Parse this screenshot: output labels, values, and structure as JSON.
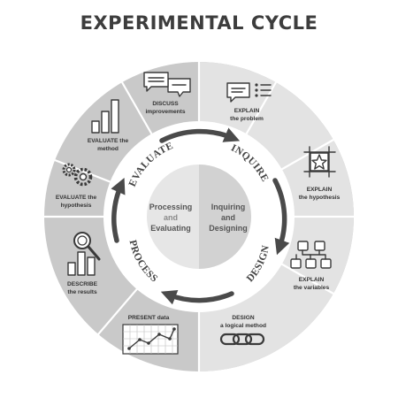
{
  "title": "EXPERIMENTAL CYCLE",
  "colors": {
    "ring_dark": "#c9c9c9",
    "ring_light": "#e3e3e3",
    "divider": "#ffffff",
    "arrow": "#4a4a4a",
    "center_left": "#e6e6e6",
    "center_right": "#d2d2d2",
    "text": "#333333"
  },
  "segments": [
    {
      "id": "discuss",
      "line1": "DISCUSS",
      "line2": "improvements",
      "icon": "speech-bubbles-icon"
    },
    {
      "id": "explain-problem",
      "line1": "EXPLAIN",
      "line2": "the problem",
      "icon": "message-list-icon"
    },
    {
      "id": "explain-hypothesis",
      "line1": "EXPLAIN",
      "line2": "the hypothesis",
      "icon": "star-grid-icon"
    },
    {
      "id": "explain-variables",
      "line1": "EXPLAIN",
      "line2": "the variables",
      "icon": "hierarchy-icon"
    },
    {
      "id": "design-method",
      "line1": "DESIGN",
      "line2": "a logical method",
      "icon": "chain-icon"
    },
    {
      "id": "present-data",
      "line1": "PRESENT data",
      "line2": "",
      "icon": "line-chart-icon"
    },
    {
      "id": "describe-results",
      "line1": "DESCRIBE",
      "line2": "the results",
      "icon": "magnifier-bars-icon"
    },
    {
      "id": "evaluate-hypothesis",
      "line1": "EVALUATE the",
      "line2": "hypothesis",
      "icon": "gears-icon"
    },
    {
      "id": "evaluate-method",
      "line1": "EVALUATE the",
      "line2": "method",
      "icon": "bar-chart-icon"
    }
  ],
  "phases": {
    "evaluate": "EVALUATE",
    "inquire": "INQUIRE",
    "design": "DESIGN",
    "process": "PROCESS"
  },
  "center": {
    "left_line1": "Processing",
    "left_line2": "and",
    "left_line3": "Evaluating",
    "right_line1": "Inquiring",
    "right_line2": "and",
    "right_line3": "Designing"
  }
}
